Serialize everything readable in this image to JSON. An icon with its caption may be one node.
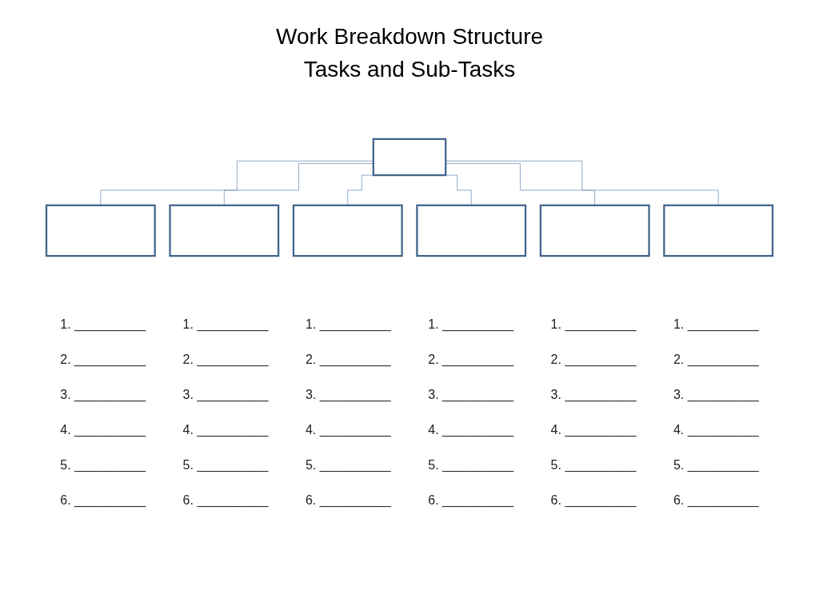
{
  "diagram": {
    "title": "Work Breakdown Structure Tasks and Sub-Tasks",
    "nodes": [
      {
        "text": [],
        "shape": "box"
      },
      {
        "text": [],
        "shape": "box"
      },
      {
        "text": [],
        "shape": "box"
      },
      {
        "text": [],
        "shape": "box"
      },
      {
        "text": [],
        "shape": "box"
      },
      {
        "text": [],
        "shape": "box"
      },
      {
        "text": [],
        "shape": "box"
      }
    ],
    "edges": [
      {
        "from": 0,
        "to": 1,
        "arrow": "none"
      },
      {
        "from": 0,
        "to": 2,
        "arrow": "none"
      },
      {
        "from": 0,
        "to": 3,
        "arrow": "none"
      },
      {
        "from": 0,
        "to": 4,
        "arrow": "none"
      },
      {
        "from": 0,
        "to": 5,
        "arrow": "none"
      },
      {
        "from": 0,
        "to": 6,
        "arrow": "none"
      }
    ],
    "labels": [
      "1. __________",
      "1. __________",
      "1. __________",
      "1. __________",
      "1. __________",
      "1. __________",
      "2. __________",
      "2. __________",
      "2. __________",
      "2. __________",
      "2. __________",
      "2. __________",
      "3. __________",
      "3. __________",
      "3. __________",
      "3. __________",
      "3. __________",
      "3. __________",
      "4. __________",
      "4. __________",
      "4. __________",
      "4. __________",
      "4. __________",
      "4. __________",
      "5. __________",
      "5. __________",
      "5. __________",
      "5. __________",
      "5. __________",
      "5. __________",
      "6. __________",
      "6. __________",
      "6. __________",
      "6. __________",
      "6. __________",
      "6. __________"
    ]
  }
}
